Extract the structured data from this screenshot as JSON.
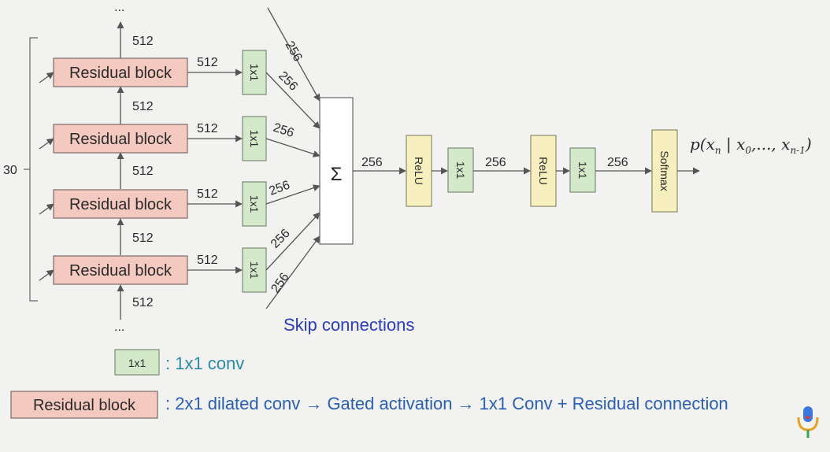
{
  "title": "",
  "residual_block_label": "Residual block",
  "conv_label": "1x1",
  "relu_label": "ReLU",
  "softmax_label": "Softmax",
  "sum_symbol": "Σ",
  "stack_count": "30",
  "ellipsis_top": "...",
  "ellipsis_bottom": "...",
  "residual_channels": "512",
  "skip_channels": "256",
  "output_formula": "p(x_n | x_0,..., x_n-1)",
  "output_formula_parts": {
    "p": "p(",
    "xn": "x",
    "n": "n",
    "bar": " | ",
    "x0": "x",
    "zero": "0",
    "mid": ",..., ",
    "xlast": "x",
    "nm1": "n-1",
    "close": ")"
  },
  "skip_connections_label": "Skip connections",
  "legend": [
    {
      "key": "1x1",
      "desc": ": 1x1 conv"
    },
    {
      "key": "Residual block",
      "desc": ": 2x1 dilated conv → Gated activation → 1x1 Conv + Residual connection"
    }
  ],
  "colors": {
    "residual_block": "#f4c9c0",
    "conv": "#d3e9c9",
    "activation": "#f7efbd",
    "legend_text_teal": "#2a8aaa",
    "legend_text_blue": "#2a3cc4"
  },
  "icons": [
    "microphone-icon"
  ]
}
